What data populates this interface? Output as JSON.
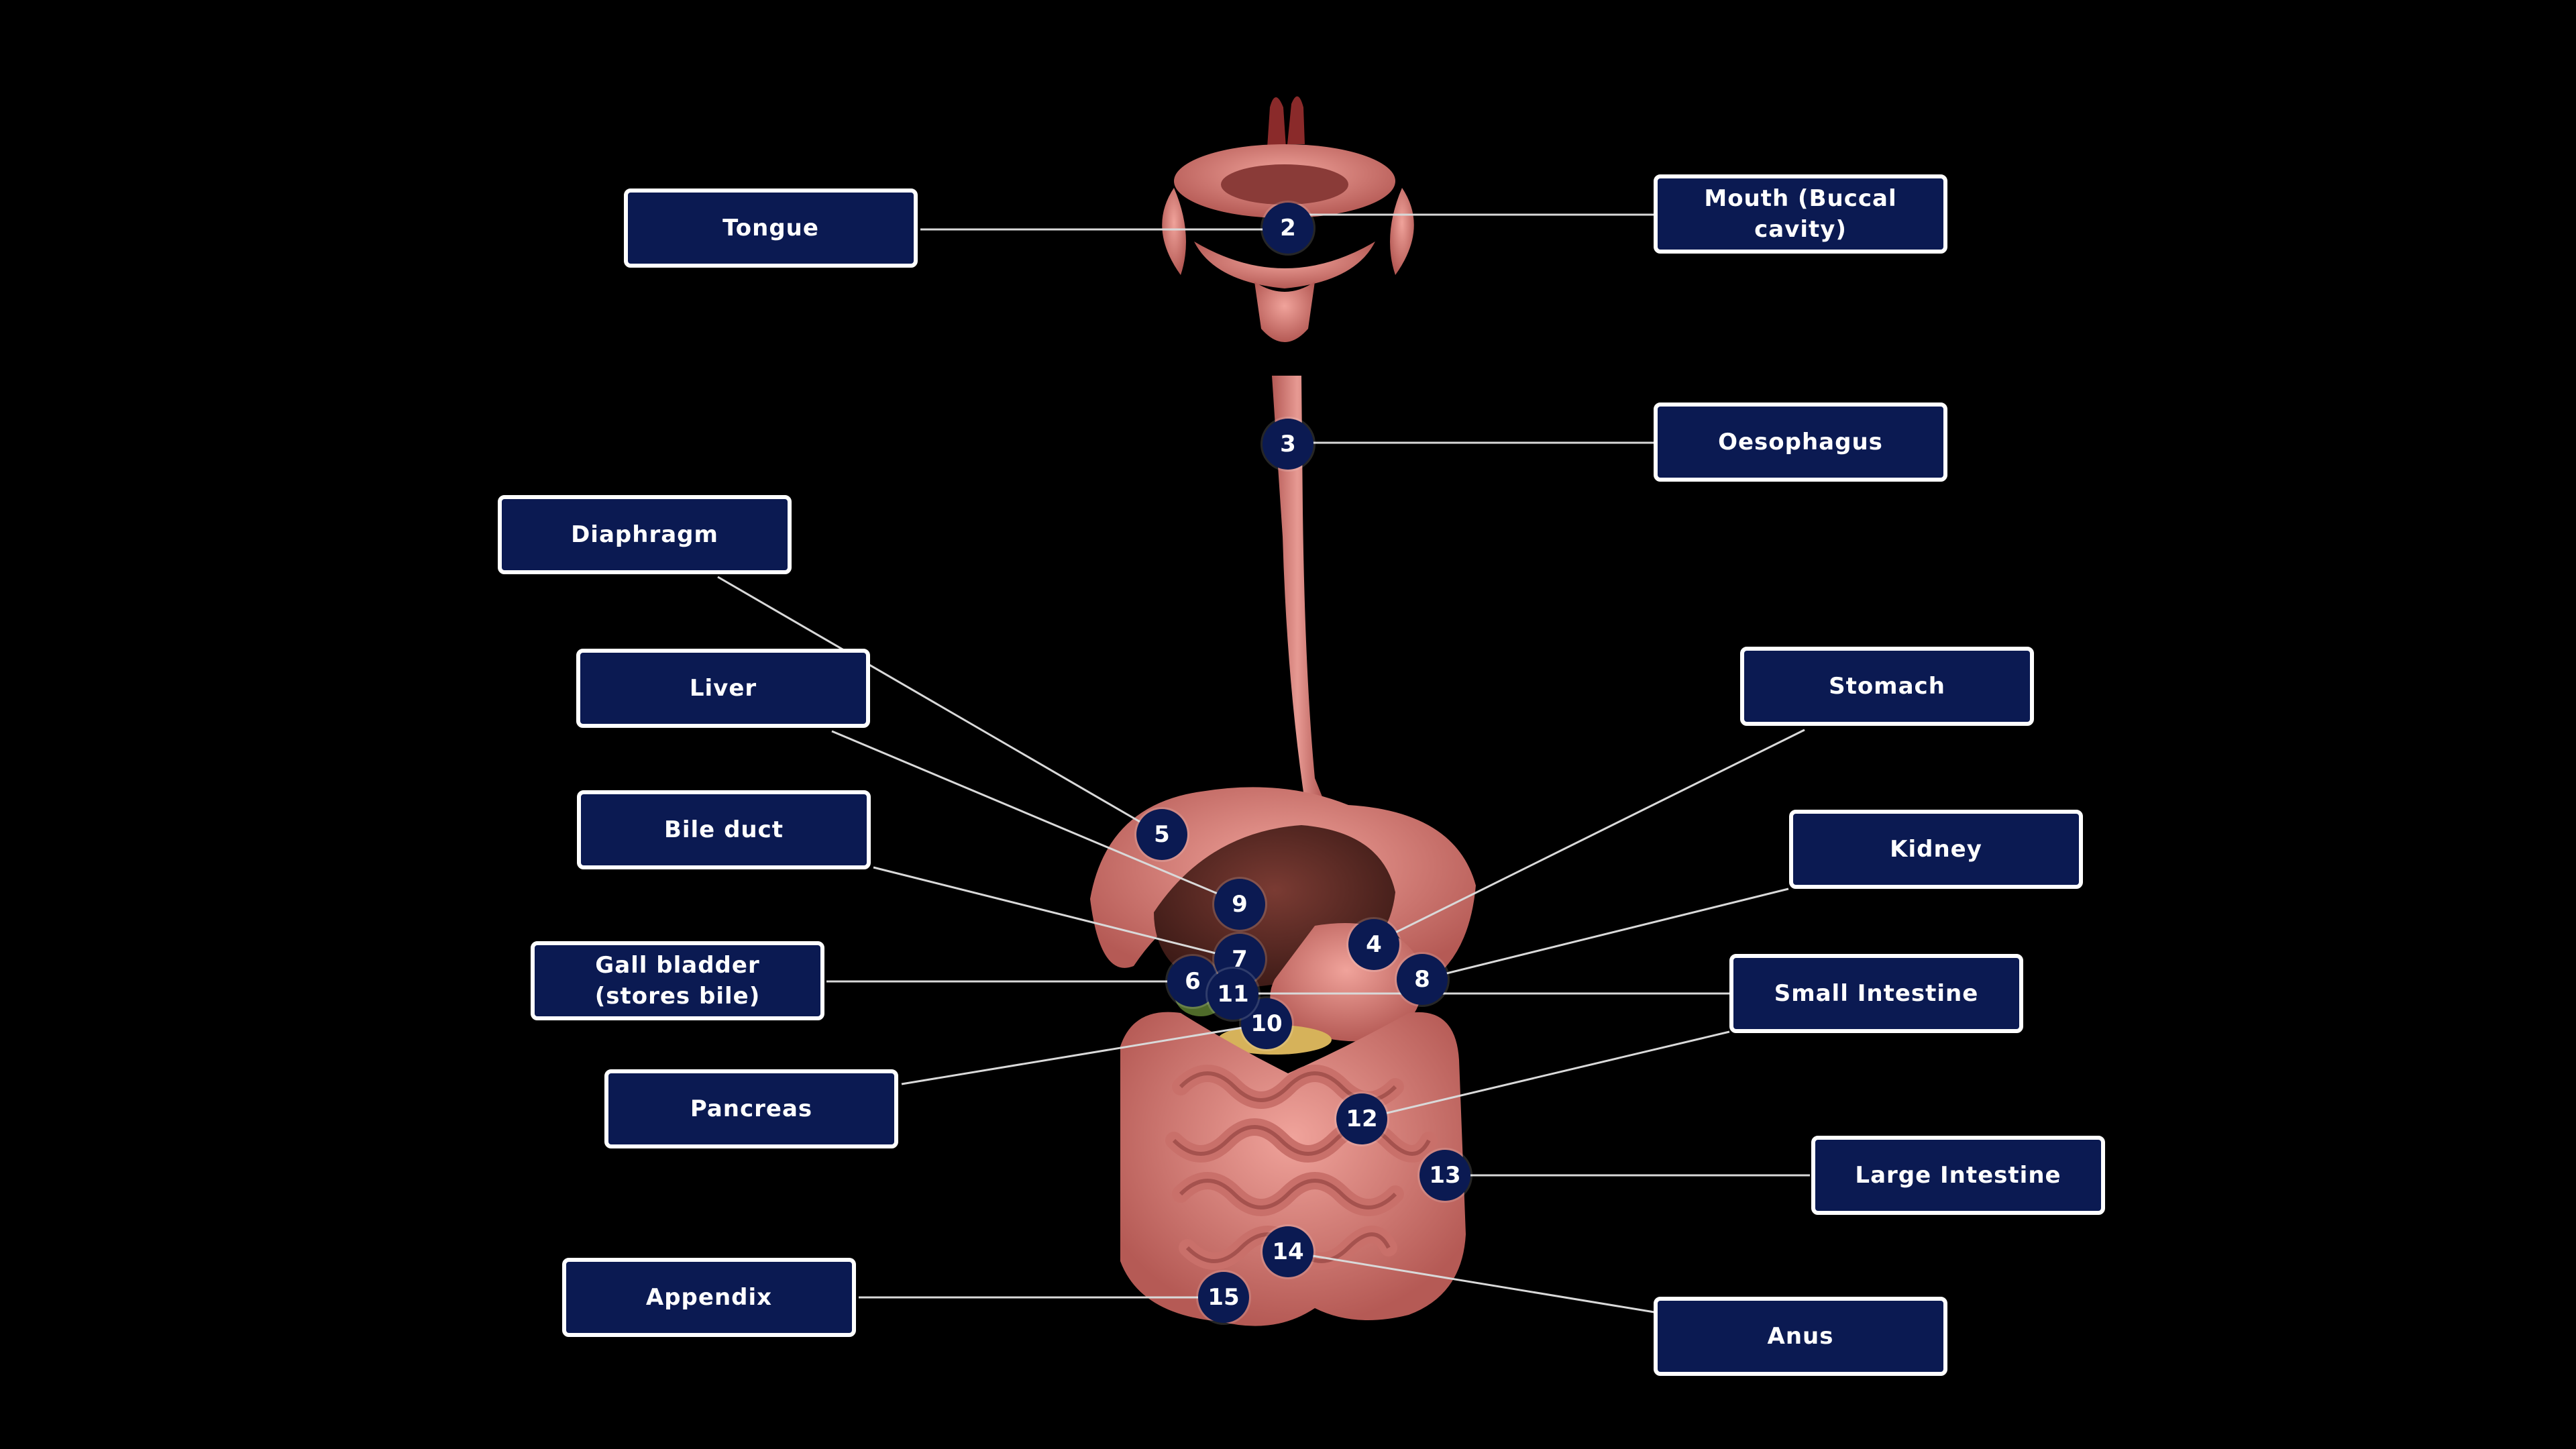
{
  "labels": {
    "tongue": "Tongue",
    "mouth": "Mouth (Buccal cavity)",
    "oesophagus": "Oesophagus",
    "diaphragm": "Diaphragm",
    "liver": "Liver",
    "stomach": "Stomach",
    "bile_duct": "Bile duct",
    "kidney": "Kidney",
    "gall_bladder": "Gall bladder (stores bile)",
    "small_intestine": "Small Intestine",
    "pancreas": "Pancreas",
    "large_intestine": "Large Intestine",
    "appendix": "Appendix",
    "anus": "Anus"
  },
  "markers": [
    "2",
    "3",
    "4",
    "5",
    "6",
    "7",
    "8",
    "9",
    "10",
    "11",
    "12",
    "13",
    "14",
    "15"
  ],
  "colors": {
    "background": "#000000",
    "box_fill": "#0b1a52",
    "box_border": "#ffffff",
    "leader_line": "#d9d9d9",
    "tissue": "#d9807a",
    "liver": "#5a2a24"
  }
}
